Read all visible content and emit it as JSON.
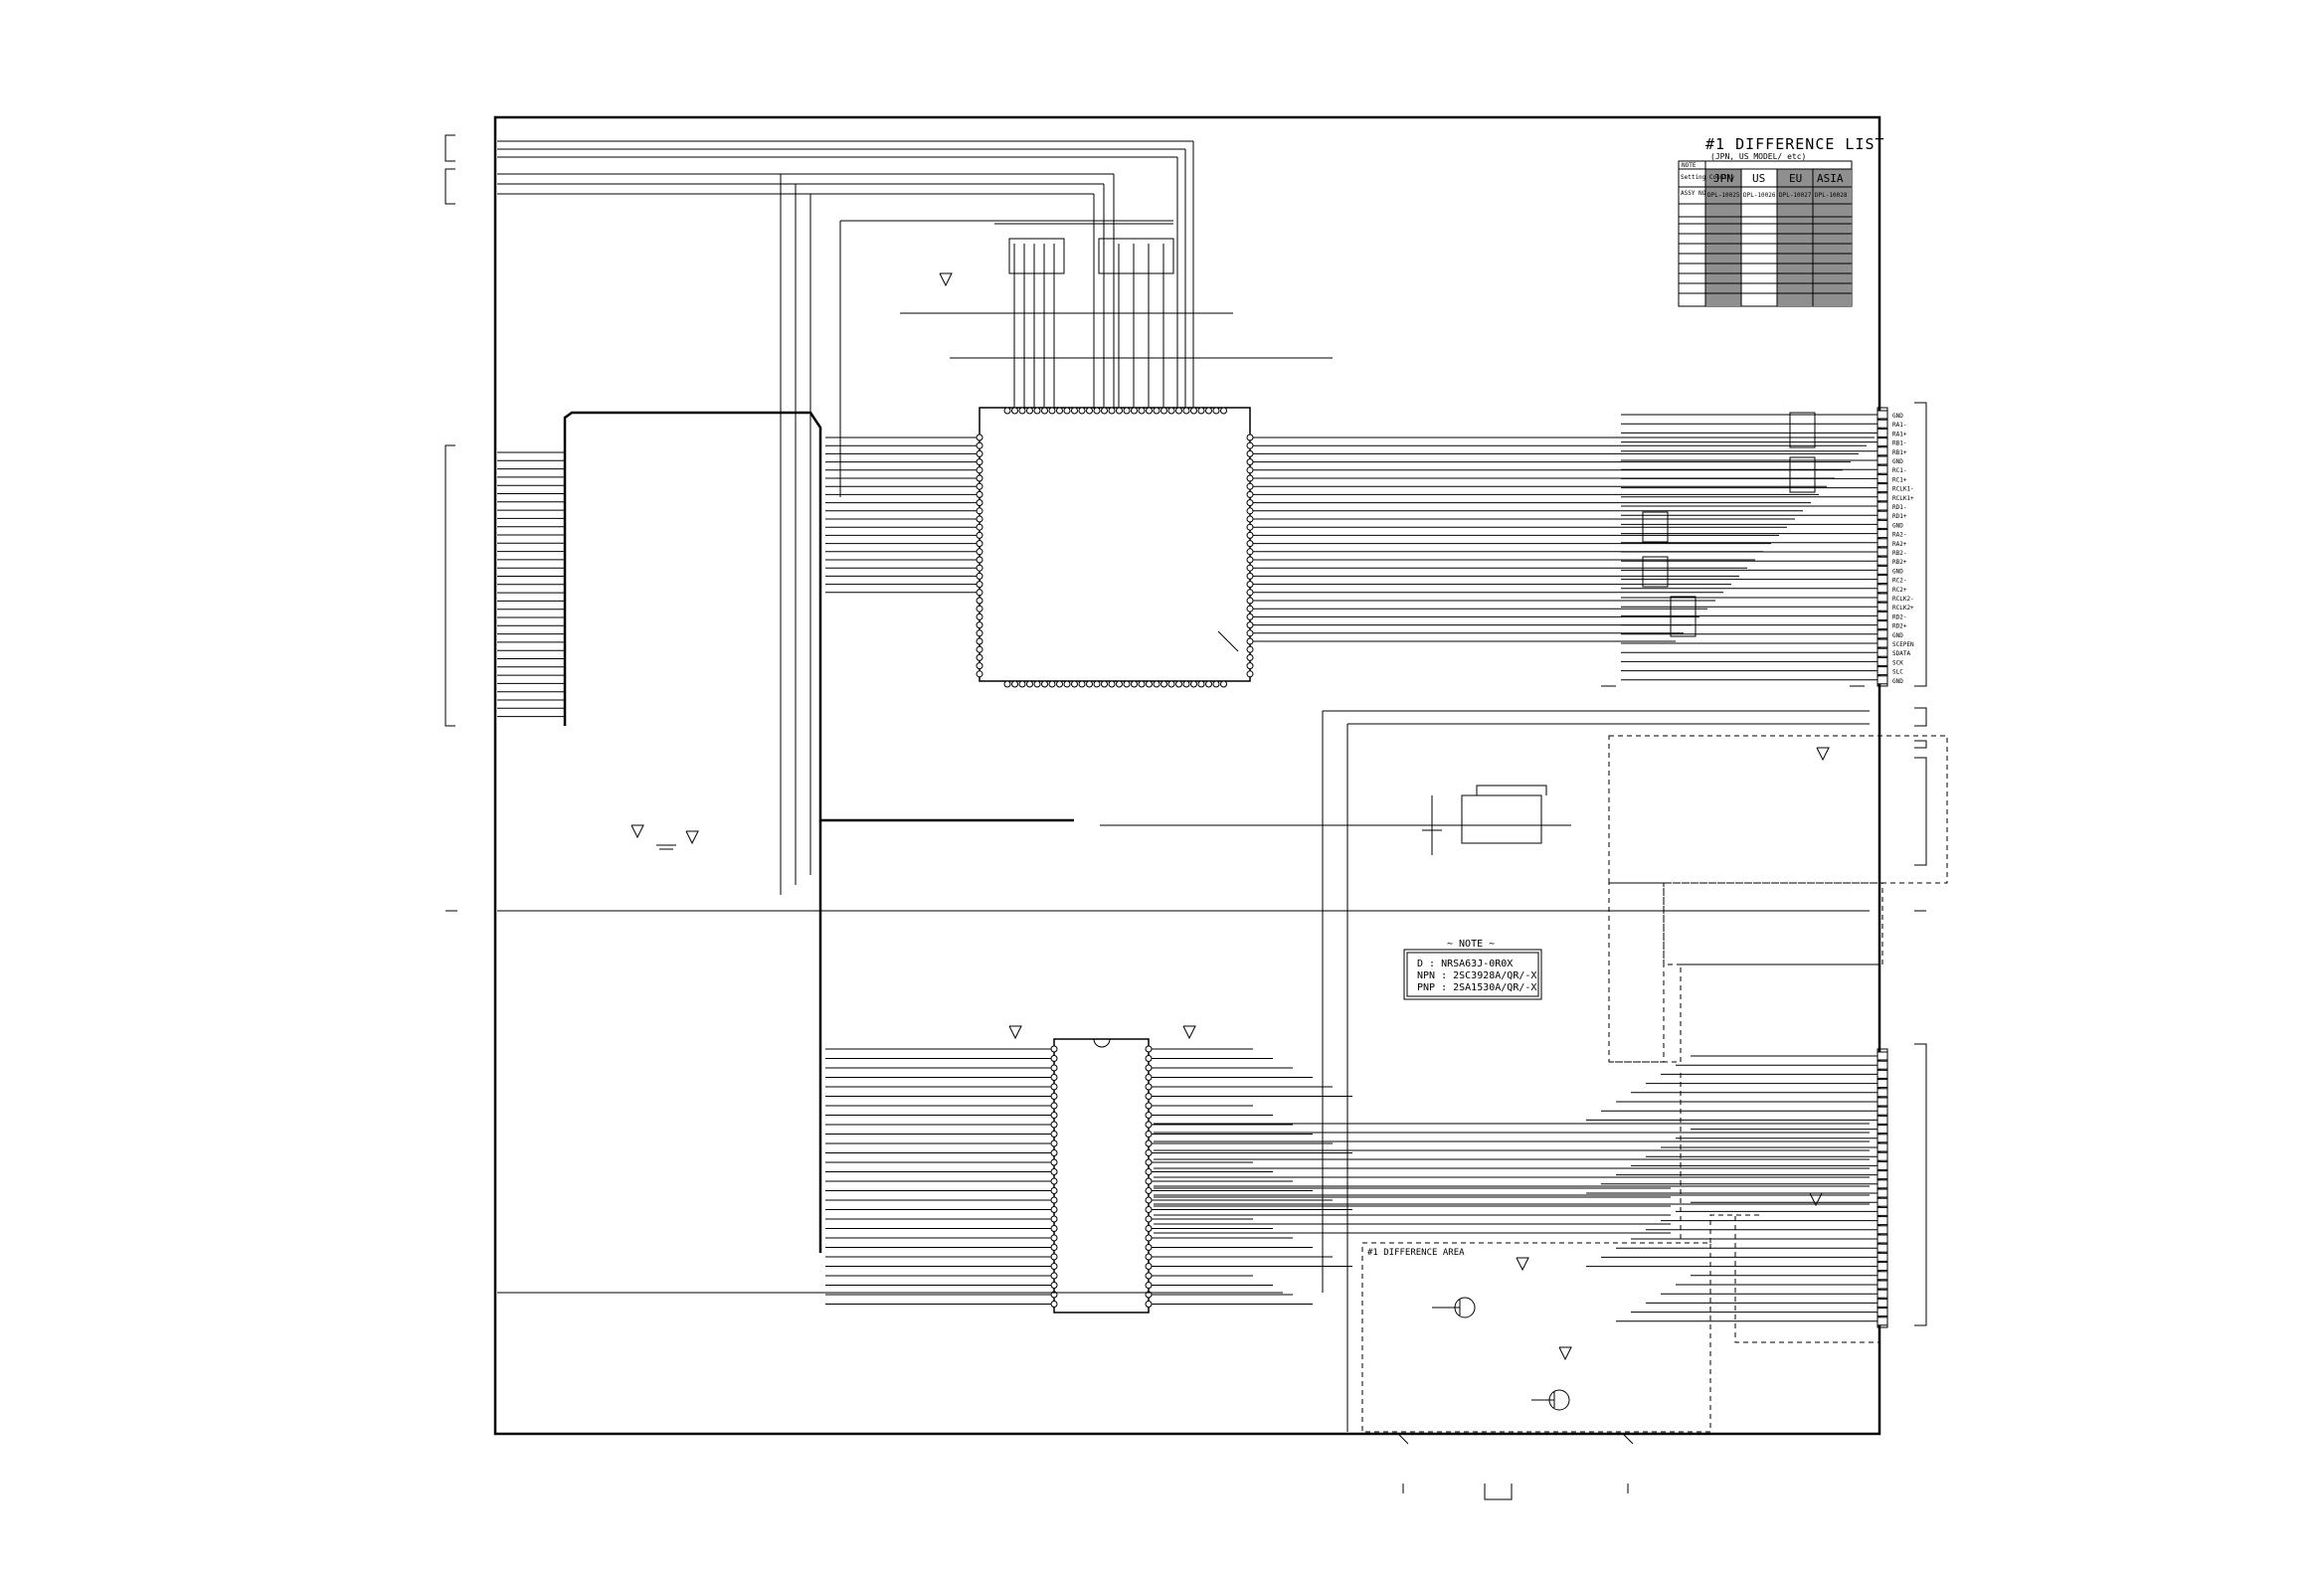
{
  "difference_list": {
    "title": "#1 DIFFERENCE LIST",
    "subtitle": "(JPN, US MODEL/ etc)",
    "note_header": "NOTE",
    "row_header": "Setting Country",
    "model_row_label": "ASSY NO",
    "regions": [
      "JPN",
      "US",
      "EU",
      "ASIA"
    ],
    "region_fill": [
      "#8f8f8f",
      "#ffffff",
      "#8f8f8f",
      "#8f8f8f"
    ],
    "jpn_cell": "DPL-10025",
    "us_cell": "DPL-10026",
    "eu_cell": "DPL-10027",
    "asia_cell": "DPL-10028"
  },
  "note_box": {
    "title": "~ NOTE ~",
    "lines": [
      "D : NRSA63J-0R0X",
      "NPN : 2SC3928A/QR/-X",
      "PNP : 2SA1530A/QR/-X"
    ]
  },
  "difference_area": {
    "label": "#1 DIFFERENCE AREA"
  },
  "connector_top": {
    "signals": [
      "GND",
      "RA1-",
      "RA1+",
      "RB1-",
      "RB1+",
      "GND",
      "RC1-",
      "RC1+",
      "RCLK1-",
      "RCLK1+",
      "RD1-",
      "RD1+",
      "GND",
      "RA2-",
      "RA2+",
      "RB2-",
      "RB2+",
      "GND",
      "RC2-",
      "RC2+",
      "RCLK2-",
      "RCLK2+",
      "RD2-",
      "RD2+",
      "GND",
      "SCEPEN",
      "SDATA",
      "SCK",
      "SLC",
      "GND"
    ]
  },
  "colors": {
    "line": "#000000",
    "fill_dark": "#8f8f8f",
    "background": "#ffffff"
  }
}
